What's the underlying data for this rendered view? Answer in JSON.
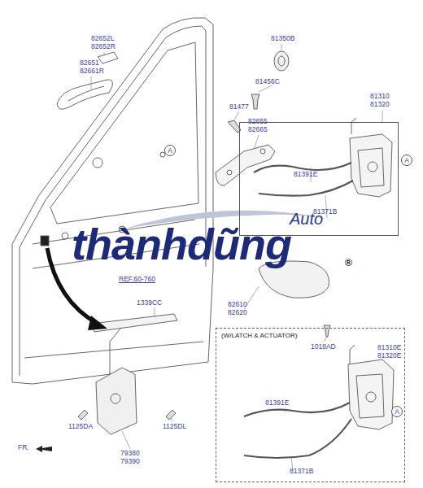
{
  "diagram": {
    "nodes": [
      {
        "text": [
          "81391E",
          "81371B"
        ]
      },
      {
        "text": [
          "A"
        ]
      },
      {
        "text": [
          "A"
        ]
      },
      {
        "text": [
          "(W/LATCH & ACTUATOR)",
          "81310E 81320E",
          "81391E",
          "81371B"
        ]
      },
      {
        "text": [
          "A"
        ],
        "in": 3
      }
    ],
    "labels": [
      "82652L 82652R",
      "82651 82661R",
      "81350B",
      "81456C",
      "81477",
      "82655 82665",
      "81310 81320",
      "REF.60-760",
      "82610 82620",
      "1018AD",
      "1339CC",
      "79380 79390",
      "1125DA",
      "1125DL",
      "FR.",
      "thànhdũng",
      "Auto",
      "®"
    ]
  }
}
